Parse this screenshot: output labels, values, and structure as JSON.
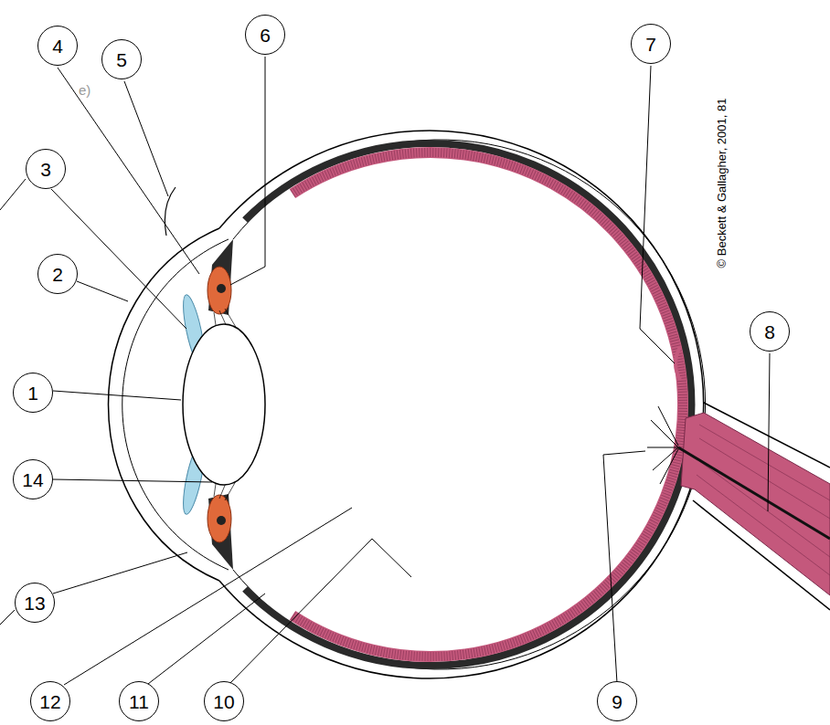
{
  "diagram": {
    "nodes": [
      {
        "text": [
          "4"
        ]
      },
      {
        "text": [
          "5"
        ]
      },
      {
        "text": [
          "6"
        ]
      },
      {
        "text": [
          "7"
        ]
      },
      {
        "text": [
          "3"
        ]
      },
      {
        "text": [
          "2"
        ]
      },
      {
        "text": [
          "8"
        ]
      },
      {
        "text": [
          "1"
        ]
      },
      {
        "text": [
          "14"
        ]
      },
      {
        "text": [
          "13"
        ]
      },
      {
        "text": [
          "12"
        ]
      },
      {
        "text": [
          "11"
        ]
      },
      {
        "text": [
          "10"
        ]
      },
      {
        "text": [
          "9"
        ]
      }
    ],
    "labels": [
      "e)",
      "© Beckett & Gallagher, 2001, 81"
    ]
  }
}
